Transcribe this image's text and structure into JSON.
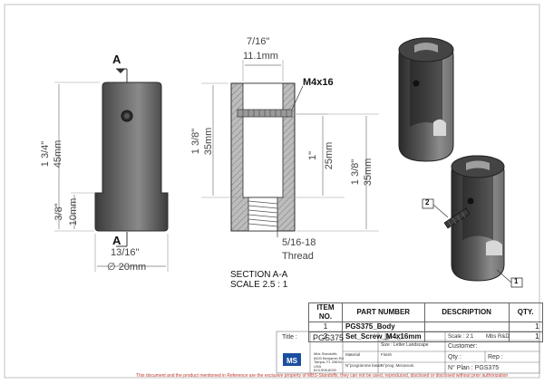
{
  "section_marker": "A",
  "left_view": {
    "dim_height": "1 3/4\"",
    "dim_height_mm": "45mm",
    "dim_flange": "3/8\"",
    "dim_flange_mm": "10mm",
    "dim_diameter": "13/16\"",
    "dim_diameter_mm": "∅ 20mm"
  },
  "section_view": {
    "dim_slot": "7/16\"",
    "dim_slot_mm": "11.1mm",
    "screw_callout": "M4x16",
    "dim_inner": "1 3/8\"",
    "dim_inner_mm": "35mm",
    "dim_slot_depth": "1\"",
    "dim_slot_depth_mm": "25mm",
    "dim_right": "1 3/8\"",
    "dim_right_mm": "35mm",
    "thread_size": "5/16-18",
    "thread_label": "Thread",
    "title": "SECTION A-A",
    "scale": "SCALE 2.5 : 1"
  },
  "balloons": [
    "2",
    "1"
  ],
  "parts_table": {
    "headers": [
      "ITEM NO.",
      "PART NUMBER",
      "DESCRIPTION",
      "QTY."
    ],
    "rows": [
      {
        "item": "1",
        "part": "PGS375_Body",
        "desc": "",
        "qty": "1"
      },
      {
        "item": "2",
        "part": "Set_Screw_M4x16mm",
        "desc": "",
        "qty": "1"
      }
    ]
  },
  "title_block": {
    "title_label": "Title :",
    "title_value": "PGS375",
    "company_logo": "MS",
    "company_lines": [
      "Mbs Standoffs",
      "8420 Benjamin Rd",
      "Tampa, FL 33634",
      "USA",
      "813-908-6020"
    ],
    "material_label": "Material",
    "finish_label": "Finish",
    "programme_label": "N°programme lasan",
    "scale": "Scale : 2:1",
    "size": "Size : Letter Landscape",
    "prog_mec": "N°prog. Mecanum.",
    "company": "Mbs R&D",
    "customer": "Customer:",
    "qty": "Qty :",
    "rep": "Rep :",
    "plan": "N° Plan : PGS375"
  },
  "footer": "This document and the product mentioned in Reference are the exclusive property of MBS-Standoffs, they can not be used, reproduced, disclosed or disclosed without prior authorization"
}
